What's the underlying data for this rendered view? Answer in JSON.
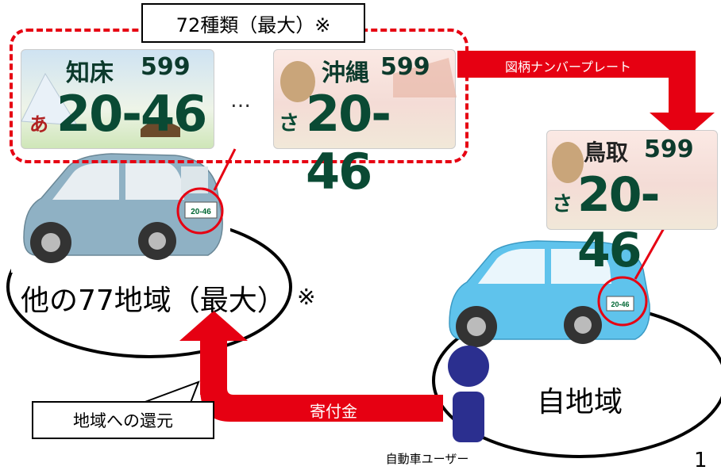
{
  "title_box": "72種類（最大）※",
  "plates": {
    "shiretoko": {
      "region": "知床",
      "class_no": "599",
      "kana": "あ",
      "number": "20-46"
    },
    "okinawa": {
      "region": "沖縄",
      "class_no": "599",
      "kana": "さ",
      "number": "20-46"
    },
    "tottori": {
      "region": "鳥取",
      "class_no": "599",
      "kana": "さ",
      "number": "20-46"
    }
  },
  "ellipsis": "…",
  "arrow_design_label": "図柄ナンバープレート",
  "other_regions_label": "他の77地域（最大）",
  "asterisk_note": "※",
  "own_region_label": "自地域",
  "donation_label": "寄付金",
  "return_label": "地域への還元",
  "user_label": "自動車ユーザー",
  "page_number": "1",
  "colors": {
    "accent": "#e60012",
    "car_left": "#8fb1c4",
    "car_right": "#5fc3ec",
    "user": "#2b2f8f"
  }
}
